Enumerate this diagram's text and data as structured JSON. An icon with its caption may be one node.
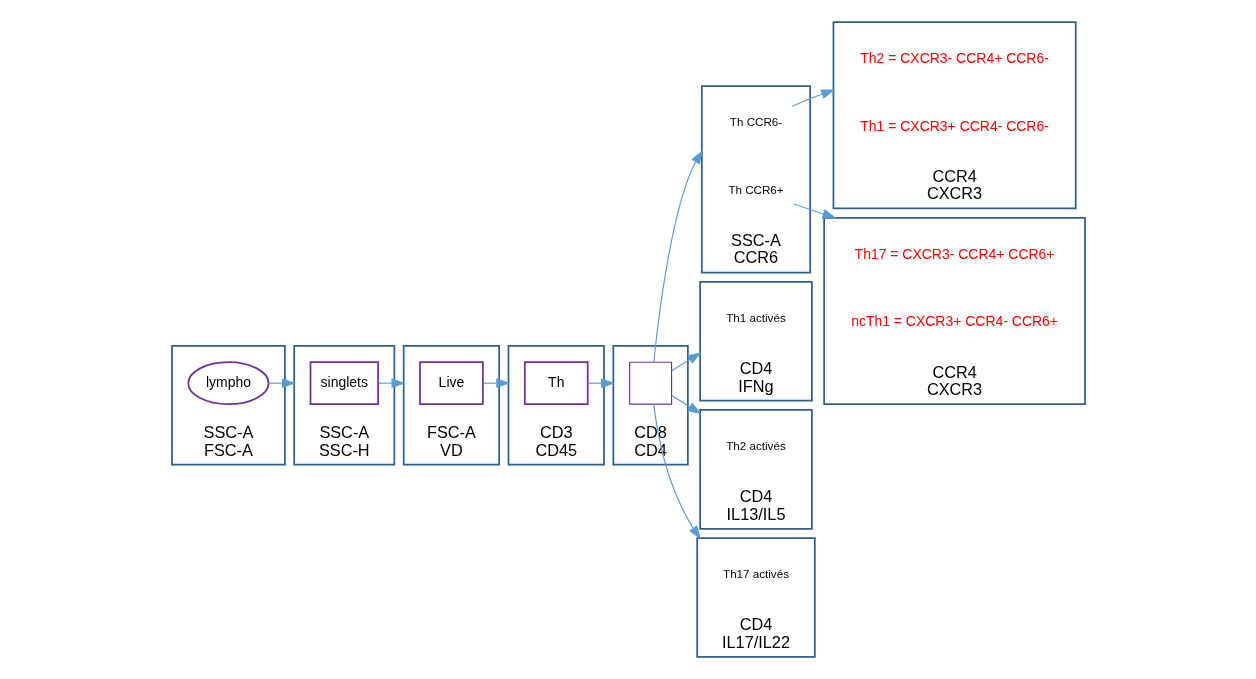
{
  "diagram": {
    "nodes": [
      {
        "text": [
          "SSC-A",
          "FSC-A"
        ]
      },
      {
        "text": [
          "lympho"
        ],
        "in": 0
      },
      {
        "text": [
          "SSC-A",
          "SSC-H"
        ]
      },
      {
        "text": [
          "singlets"
        ],
        "in": 2
      },
      {
        "text": [
          "FSC-A",
          "VD"
        ]
      },
      {
        "text": [
          "Live"
        ],
        "in": 4
      },
      {
        "text": [
          "CD3",
          "CD45"
        ]
      },
      {
        "text": [
          "Th"
        ],
        "in": 6
      },
      {
        "text": [
          "CD8",
          "CD4"
        ]
      },
      {
        "text": [],
        "shape": "box",
        "in": 8
      },
      {
        "text": [
          "SSC-A",
          "CCR6"
        ]
      },
      {
        "text": [
          "Th CCR6-"
        ],
        "in": 10
      },
      {
        "text": [
          "Th CCR6+"
        ],
        "in": 10
      },
      {
        "text": [
          "CCR4",
          "CXCR3"
        ]
      },
      {
        "text": [
          "Th2 = CXCR3- CCR4+ CCR6-"
        ],
        "in": 13
      },
      {
        "text": [
          "Th1 = CXCR3+ CCR4- CCR6-"
        ],
        "in": 13
      },
      {
        "text": [
          "CCR4",
          "CXCR3"
        ]
      },
      {
        "text": [
          "Th17 = CXCR3- CCR4+ CCR6+"
        ],
        "in": 16
      },
      {
        "text": [
          "ncTh1 = CXCR3+ CCR4- CCR6+"
        ],
        "in": 16
      },
      {
        "text": [
          "CD4",
          "IFNg"
        ]
      },
      {
        "text": [
          "Th1 activés"
        ],
        "in": 19
      },
      {
        "text": [
          "CD4",
          "IL13/IL5"
        ]
      },
      {
        "text": [
          "Th2 activés"
        ],
        "in": 21
      },
      {
        "text": [
          "CD4",
          "IL17/IL22"
        ]
      },
      {
        "text": [
          "Th17 activés"
        ],
        "in": 23
      }
    ],
    "edges": [
      {
        "from": 1,
        "to": 2,
        "arrow": "to"
      },
      {
        "from": 3,
        "to": 4,
        "arrow": "to"
      },
      {
        "from": 5,
        "to": 6,
        "arrow": "to"
      },
      {
        "from": 7,
        "to": 8,
        "arrow": "to"
      },
      {
        "from": 9,
        "to": 10,
        "arrow": "to"
      },
      {
        "from": 9,
        "to": 19,
        "arrow": "to"
      },
      {
        "from": 9,
        "to": 21,
        "arrow": "to"
      },
      {
        "from": 9,
        "to": 23,
        "arrow": "to"
      },
      {
        "from": 11,
        "to": 13,
        "arrow": "to"
      },
      {
        "from": 12,
        "to": 16,
        "arrow": "to"
      }
    ]
  }
}
